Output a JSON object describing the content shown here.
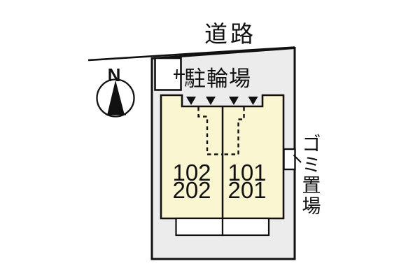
{
  "labels": {
    "road": "道路",
    "north": "N",
    "bicycle_parking": "駐輪場",
    "garbage_full": "ゴミ置場"
  },
  "garbage": {
    "chars": [
      "ゴ",
      "ミ",
      "置",
      "場"
    ]
  },
  "units": {
    "left": {
      "line1": "102",
      "line2": "202"
    },
    "right": {
      "line1": "101",
      "line2": "201"
    }
  },
  "colors": {
    "plot_fill": "#ececec",
    "building_fill": "#faf6d1",
    "line": "#111111",
    "white": "#ffffff"
  }
}
